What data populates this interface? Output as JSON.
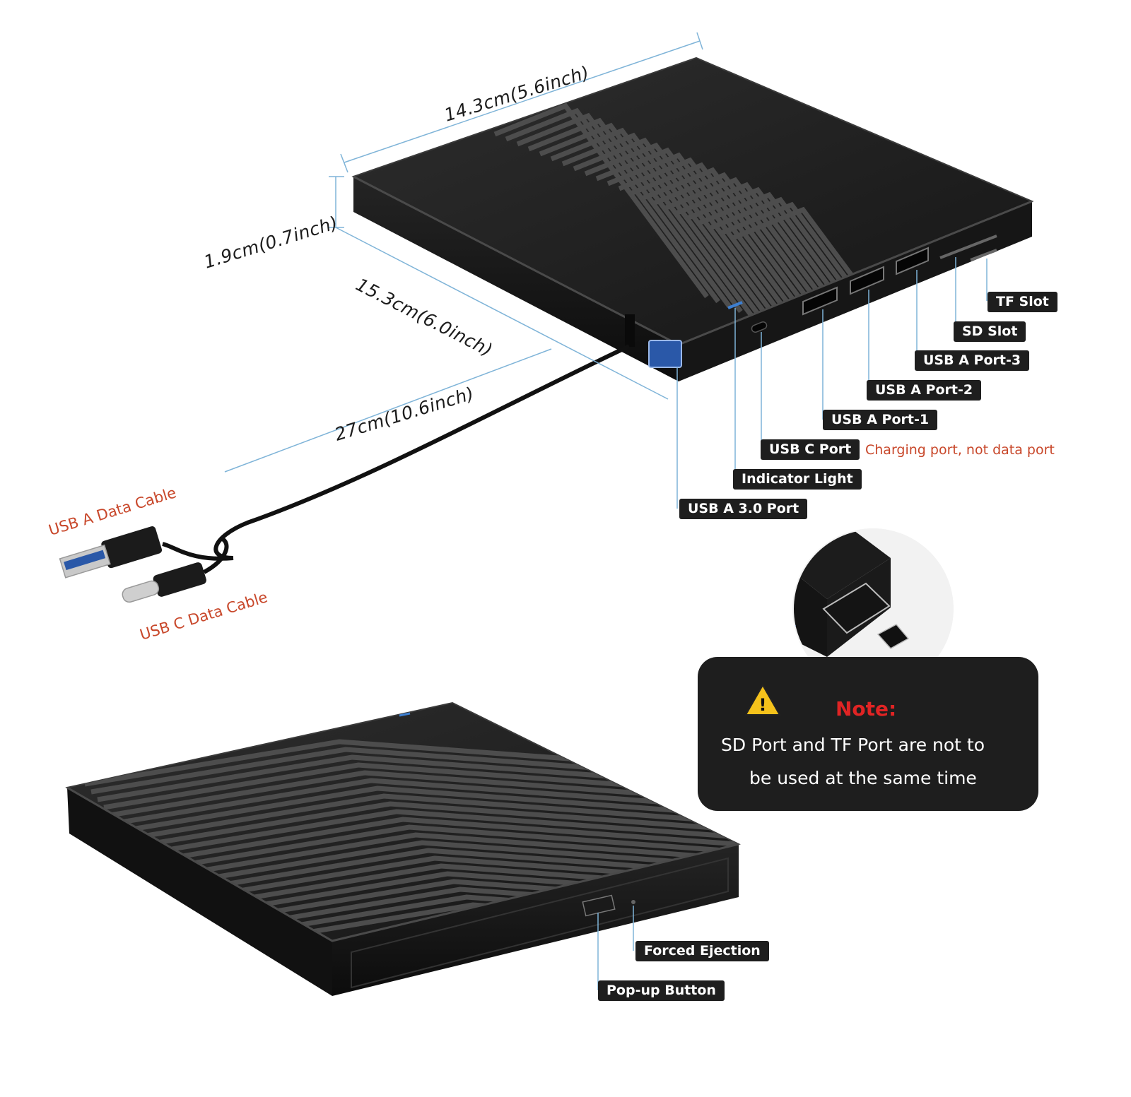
{
  "dimensions": {
    "width": "14.3cm(5.6inch)",
    "height": "1.9cm(0.7inch)",
    "depth": "15.3cm(6.0inch)",
    "cable_length": "27cm(10.6inch)"
  },
  "cables": {
    "usb_a": "USB A Data Cable",
    "usb_c": "USB C Data Cable"
  },
  "ports": {
    "tf_slot": "TF Slot",
    "sd_slot": "SD Slot",
    "usb_a_port_3": "USB A Port-3",
    "usb_a_port_2": "USB A Port-2",
    "usb_a_port_1": "USB A Port-1",
    "usb_c_port": "USB C Port",
    "usb_c_note": "Charging port, not data port",
    "indicator_light": "Indicator Light",
    "usb_a_30_port": "USB A 3.0 Port"
  },
  "note": {
    "title": "Note:",
    "line1": "SD Port and TF Port are not to",
    "line2": "be used at the same time"
  },
  "front": {
    "forced_ejection": "Forced Ejection",
    "popup_button": "Pop-up Button"
  },
  "colors": {
    "device": "#1a1a1a",
    "label_bg": "#1e1e1e",
    "accent_red": "#c8472a",
    "note_red": "#e02424",
    "dimension_line": "#7fb4d8",
    "indicator_blue": "#3d7fd1"
  }
}
